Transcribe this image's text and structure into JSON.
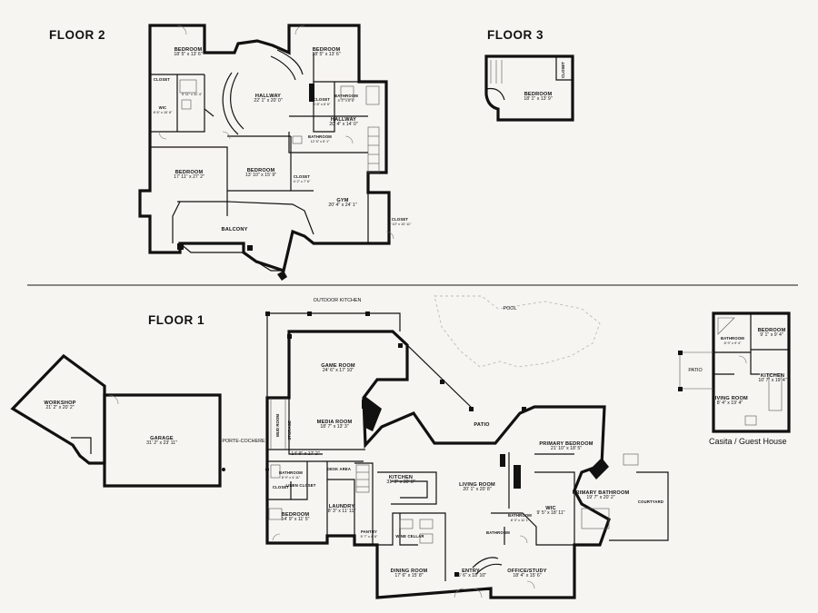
{
  "floors": {
    "floor2": "FLOOR 2",
    "floor3": "FLOOR 3",
    "floor1": "FLOOR 1"
  },
  "casita_caption": "Casita / Guest House",
  "rooms": {
    "f2_bedroom_nw": {
      "name": "BEDROOM",
      "dims": "18' 5\" x 13' 6\""
    },
    "f2_bedroom_ne": {
      "name": "BEDROOM",
      "dims": "18' 5\" x 13' 6\""
    },
    "f2_hallway_main": {
      "name": "HALLWAY",
      "dims": "22' 1\" x 20' 0\""
    },
    "f2_closet_nw": {
      "name": "CLOSET",
      "dims": ""
    },
    "f2_bathroom_nw": {
      "name": "",
      "dims": "5' 11\" x 11' 4\""
    },
    "f2_wic": {
      "name": "WIC",
      "dims": "8' 6\" x 10' 6\""
    },
    "f2_closet_center": {
      "name": "CLOSET",
      "dims": "6' 8\" x 6' 6\""
    },
    "f2_bathroom_center": {
      "name": "BATHROOM",
      "dims": "5' 1\" x 6' 6\""
    },
    "f2_hallway_east": {
      "name": "HALLWAY",
      "dims": "20' 4\" x 14' 0\""
    },
    "f2_bathroom_mid": {
      "name": "BATHROOM",
      "dims": "12' 5\" x 5' 1\""
    },
    "f2_bedroom_sw": {
      "name": "BEDROOM",
      "dims": "17' 11\" x 27' 2\""
    },
    "f2_bedroom_mid": {
      "name": "BEDROOM",
      "dims": "13' 10\" x 15' 9\""
    },
    "f2_closet_small": {
      "name": "CLOSET",
      "dims": "4' 2\" x 7' 6\""
    },
    "f2_gym": {
      "name": "GYM",
      "dims": "20' 4\" x 24' 1\""
    },
    "f2_closet_gym": {
      "name": "CLOSET",
      "dims": "5' 10\" x 10' 11\""
    },
    "f2_balcony": {
      "name": "BALCONY",
      "dims": ""
    },
    "f3_closet": {
      "name": "CLOSET",
      "dims": ""
    },
    "f3_bedroom": {
      "name": "BEDROOM",
      "dims": "18' 1\" x 13' 9\""
    },
    "workshop": {
      "name": "WORKSHOP",
      "dims": "21' 2\" x 20' 2\""
    },
    "garage": {
      "name": "GARAGE",
      "dims": "31' 2\" x 23' 11\""
    },
    "game_room": {
      "name": "GAME ROOM",
      "dims": "24' 6\" x 17' 10\""
    },
    "media_room": {
      "name": "MEDIA ROOM",
      "dims": "18' 7\" x 13' 3\""
    },
    "hall_dims": {
      "name": "",
      "dims": "14' 9\" x 17' 2\""
    },
    "f1_bathroom": {
      "name": "BATHROOM",
      "dims": "8' 9\" x 4' 11\""
    },
    "f1_closet": {
      "name": "CLOSET",
      "dims": ""
    },
    "linen_closet": {
      "name": "LINEN CLOSET",
      "dims": ""
    },
    "f1_bedroom": {
      "name": "BEDROOM",
      "dims": "14' 9\" x 11' 5\""
    },
    "desk_area": {
      "name": "DESK AREA",
      "dims": ""
    },
    "laundry": {
      "name": "LAUNDRY",
      "dims": "8' 3\" x 11' 11\""
    },
    "pantry": {
      "name": "PANTRY",
      "dims": "5' 7\" x 4' 6\""
    },
    "kitchen": {
      "name": "KITCHEN",
      "dims": "31' 9\" x 30' 8\""
    },
    "wine_cellar": {
      "name": "WINE CELLAR",
      "dims": ""
    },
    "living_room": {
      "name": "LIVING ROOM",
      "dims": "20' 1\" x 20' 8\""
    },
    "patio": {
      "name": "PATIO",
      "dims": ""
    },
    "primary_bedroom": {
      "name": "PRIMARY BEDROOM",
      "dims": "21' 10\" x 18' 5\""
    },
    "primary_bathroom": {
      "name": "PRIMARY BATHROOM",
      "dims": "19' 7\" x 20' 2\""
    },
    "wic_f1": {
      "name": "WIC",
      "dims": "9' 5\" x 18' 11\""
    },
    "f1_bathroom_center": {
      "name": "BATHROOM",
      "dims": "8' 3\" x 11' 1\""
    },
    "f1_bathroom_small": {
      "name": "BATHROOM",
      "dims": ""
    },
    "courtyard": {
      "name": "COURTYARD",
      "dims": ""
    },
    "dining_room": {
      "name": "DINING ROOM",
      "dims": "17' 6\" x 15' 8\""
    },
    "entry": {
      "name": "ENTRY",
      "dims": "15' 6\" x 18' 10\""
    },
    "office_study": {
      "name": "OFFICE/STUDY",
      "dims": "18' 4\" x 15' 6\""
    },
    "casita_bathroom": {
      "name": "BATHROOM",
      "dims": "8' 9\" x 9' 4\""
    },
    "casita_bedroom": {
      "name": "BEDROOM",
      "dims": "9' 1\" x 9' 4\""
    },
    "casita_kitchen": {
      "name": "KITCHEN",
      "dims": "10' 7\" x 19' 4\""
    },
    "casita_living": {
      "name": "LIVING ROOM",
      "dims": "8' 4\" x 19' 4\""
    }
  },
  "tags": {
    "outdoor_kitchen": "OUTDOOR KITCHEN",
    "pool": "POOL",
    "porte_cochere": "PORTE-COCHERE",
    "casita_patio": "PATIO",
    "mud_room": "MUD ROOM",
    "storage": "STORAGE"
  }
}
